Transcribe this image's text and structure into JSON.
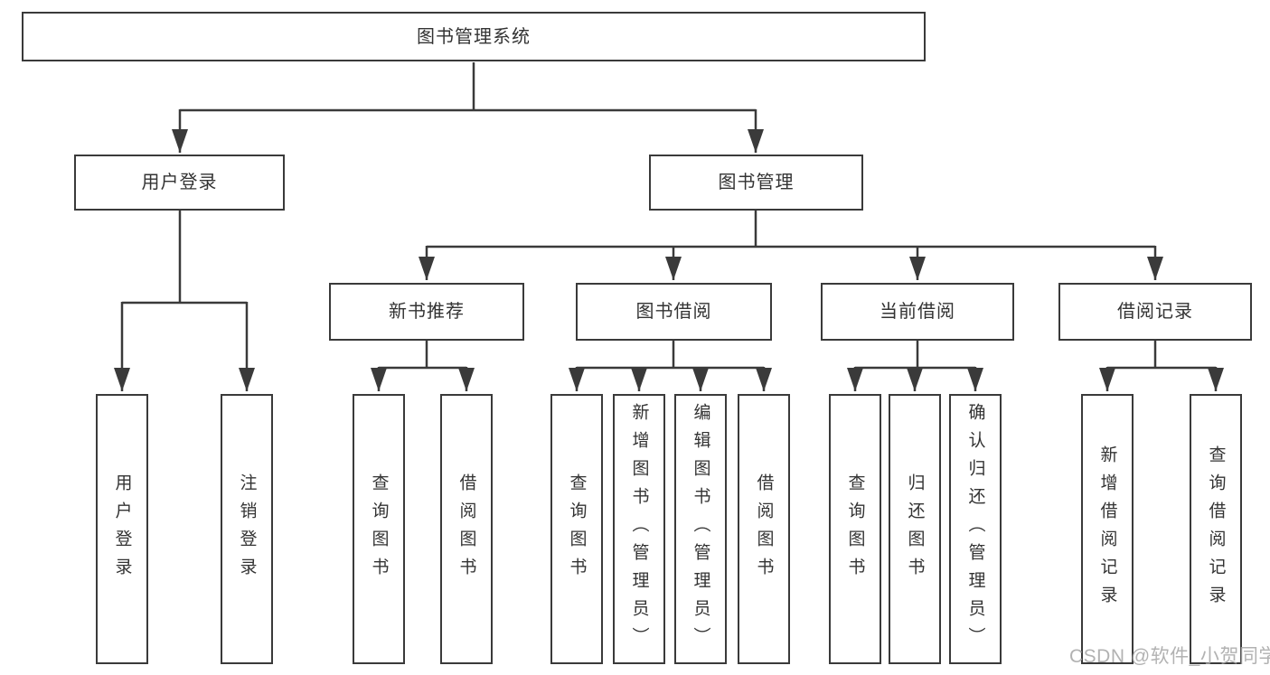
{
  "diagram": {
    "title_node": "图书管理系统",
    "branches": [
      {
        "label": "用户登录",
        "children": [
          {
            "label": "用户登录"
          },
          {
            "label": "注销登录"
          }
        ]
      },
      {
        "label": "图书管理",
        "children": [
          {
            "label": "新书推荐",
            "children": [
              {
                "label": "查询图书"
              },
              {
                "label": "借阅图书"
              }
            ]
          },
          {
            "label": "图书借阅",
            "children": [
              {
                "label": "查询图书"
              },
              {
                "label": "新增图书（管理员）"
              },
              {
                "label": "编辑图书（管理员）"
              },
              {
                "label": "借阅图书"
              }
            ]
          },
          {
            "label": "当前借阅",
            "children": [
              {
                "label": "查询图书"
              },
              {
                "label": "归还图书"
              },
              {
                "label": "确认归还（管理员）"
              }
            ]
          },
          {
            "label": "借阅记录",
            "children": [
              {
                "label": "新增借阅记录"
              },
              {
                "label": "查询借阅记录"
              }
            ]
          }
        ]
      }
    ],
    "watermark": "CSDN @软件_小贺同学",
    "colors": {
      "line": "#3a3a3a",
      "text": "#333333",
      "watermark": "#a5a5a5",
      "background": "#ffffff"
    }
  }
}
